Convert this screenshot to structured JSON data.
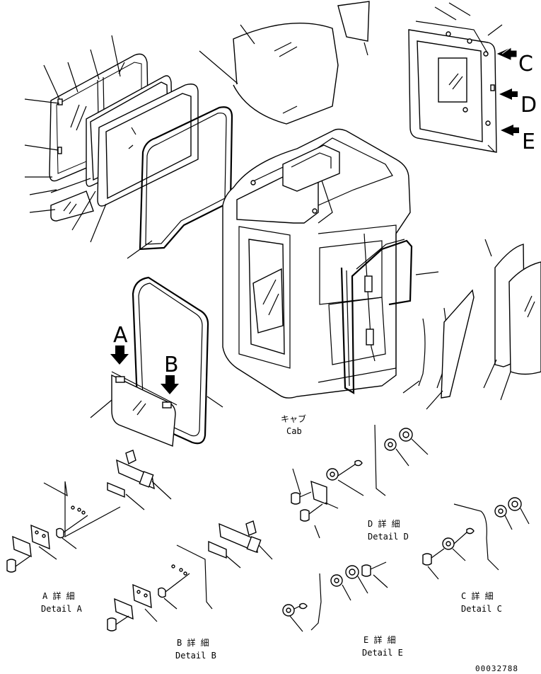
{
  "views": {
    "C": "C",
    "D": "D",
    "E": "E",
    "A": "A",
    "B": "B"
  },
  "cab": {
    "jp": "キャブ",
    "en": "Cab"
  },
  "details": {
    "a": {
      "jp": "A 詳 細",
      "en": "Detail A"
    },
    "b": {
      "jp": "B 詳 細",
      "en": "Detail B"
    },
    "c": {
      "jp": "C 詳 細",
      "en": "Detail C"
    },
    "d": {
      "jp": "D 詳 細",
      "en": "Detail D"
    },
    "e": {
      "jp": "E 詳 細",
      "en": "Detail E"
    }
  },
  "drawing_number": "00032788"
}
